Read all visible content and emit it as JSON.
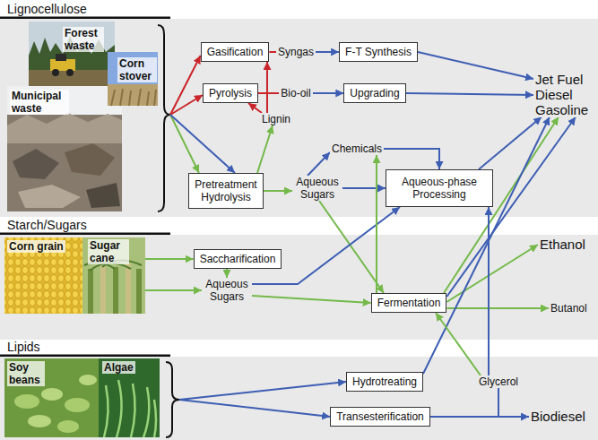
{
  "diagram": {
    "nodes": [
      {
        "text": [
          "Lignocellulose"
        ]
      },
      {
        "text": [
          "Starch/Sugars"
        ]
      },
      {
        "text": [
          "Lipids"
        ]
      },
      {
        "text": [
          "Forest waste",
          "Corn stover",
          "Municipal waste"
        ],
        "in": 0
      },
      {
        "text": [
          "Gasification"
        ],
        "in": 0
      },
      {
        "text": [
          "Syngas"
        ],
        "in": 0
      },
      {
        "text": [
          "F-T Synthesis"
        ],
        "in": 0
      },
      {
        "text": [
          "Jet Fuel Diesel Gasoline"
        ],
        "in": 0
      },
      {
        "text": [
          "Pyrolysis"
        ],
        "in": 0
      },
      {
        "text": [
          "Bio-oil"
        ],
        "in": 0
      },
      {
        "text": [
          "Upgrading"
        ],
        "in": 0
      },
      {
        "text": [
          "Lignin"
        ],
        "in": 0
      },
      {
        "text": [
          "Chemicals"
        ],
        "in": 0
      },
      {
        "text": [
          "Pretreatment Hydrolysis"
        ],
        "in": 0
      },
      {
        "text": [
          "Aqueous Sugars"
        ],
        "in": 0
      },
      {
        "text": [
          "Aqueous-phase Processing"
        ],
        "in": 0
      },
      {
        "text": [
          "Corn grain",
          "Sugar cane"
        ],
        "in": 1
      },
      {
        "text": [
          "Saccharification"
        ],
        "in": 1
      },
      {
        "text": [
          "Ethanol"
        ],
        "in": 1
      },
      {
        "text": [
          "Aqueous Sugars"
        ],
        "in": 1
      },
      {
        "text": [
          "Fermentation"
        ],
        "in": 1
      },
      {
        "text": [
          "Butanol"
        ],
        "in": 1
      },
      {
        "text": [
          "Soy beans",
          "Algae"
        ],
        "in": 2
      },
      {
        "text": [
          "Hydrotreating"
        ],
        "in": 2
      },
      {
        "text": [
          "Glycerol"
        ],
        "in": 2
      },
      {
        "text": [
          "Transesterification"
        ],
        "in": 2
      },
      {
        "text": [
          "Biodiesel"
        ],
        "in": 2
      }
    ],
    "edges": [
      {
        "from": 3,
        "to": 4,
        "arrow": "to"
      },
      {
        "from": 3,
        "to": 8,
        "arrow": "to"
      },
      {
        "from": 3,
        "to": 13,
        "arrow": "to"
      },
      {
        "from": 3,
        "to": 13,
        "arrow": "to"
      },
      {
        "from": 4,
        "to": 5,
        "arrow": "none"
      },
      {
        "from": 5,
        "to": 6,
        "arrow": "to"
      },
      {
        "from": 6,
        "to": 7,
        "arrow": "to"
      },
      {
        "from": 8,
        "to": 9,
        "arrow": "none"
      },
      {
        "from": 9,
        "to": 10,
        "arrow": "to"
      },
      {
        "from": 10,
        "to": 7,
        "arrow": "to"
      },
      {
        "from": 11,
        "to": 4,
        "arrow": "to"
      },
      {
        "from": 11,
        "to": 8,
        "arrow": "to"
      },
      {
        "from": 13,
        "to": 11,
        "arrow": "to"
      },
      {
        "from": 13,
        "to": 14,
        "arrow": "to"
      },
      {
        "from": 14,
        "to": 12,
        "arrow": "to"
      },
      {
        "from": 14,
        "to": 15,
        "arrow": "to"
      },
      {
        "from": 12,
        "to": 15,
        "arrow": "to"
      },
      {
        "from": 15,
        "to": 7,
        "arrow": "to"
      },
      {
        "from": 14,
        "to": 20,
        "arrow": "to"
      },
      {
        "from": 16,
        "to": 17,
        "arrow": "to"
      },
      {
        "from": 16,
        "to": 19,
        "arrow": "to"
      },
      {
        "from": 17,
        "to": 19,
        "arrow": "to"
      },
      {
        "from": 19,
        "to": 15,
        "arrow": "to"
      },
      {
        "from": 19,
        "to": 20,
        "arrow": "to"
      },
      {
        "from": 20,
        "to": 12,
        "arrow": "to"
      },
      {
        "from": 20,
        "to": 7,
        "arrow": "to"
      },
      {
        "from": 20,
        "to": 7,
        "arrow": "to"
      },
      {
        "from": 20,
        "to": 18,
        "arrow": "to"
      },
      {
        "from": 20,
        "to": 21,
        "arrow": "to"
      },
      {
        "from": 22,
        "to": 23,
        "arrow": "to"
      },
      {
        "from": 22,
        "to": 25,
        "arrow": "to"
      },
      {
        "from": 23,
        "to": 7,
        "arrow": "to"
      },
      {
        "from": 25,
        "to": 26,
        "arrow": "to"
      },
      {
        "from": 25,
        "to": 24,
        "arrow": "none"
      },
      {
        "from": 24,
        "to": 15,
        "arrow": "to"
      },
      {
        "from": 24,
        "to": 20,
        "arrow": "to"
      }
    ]
  }
}
